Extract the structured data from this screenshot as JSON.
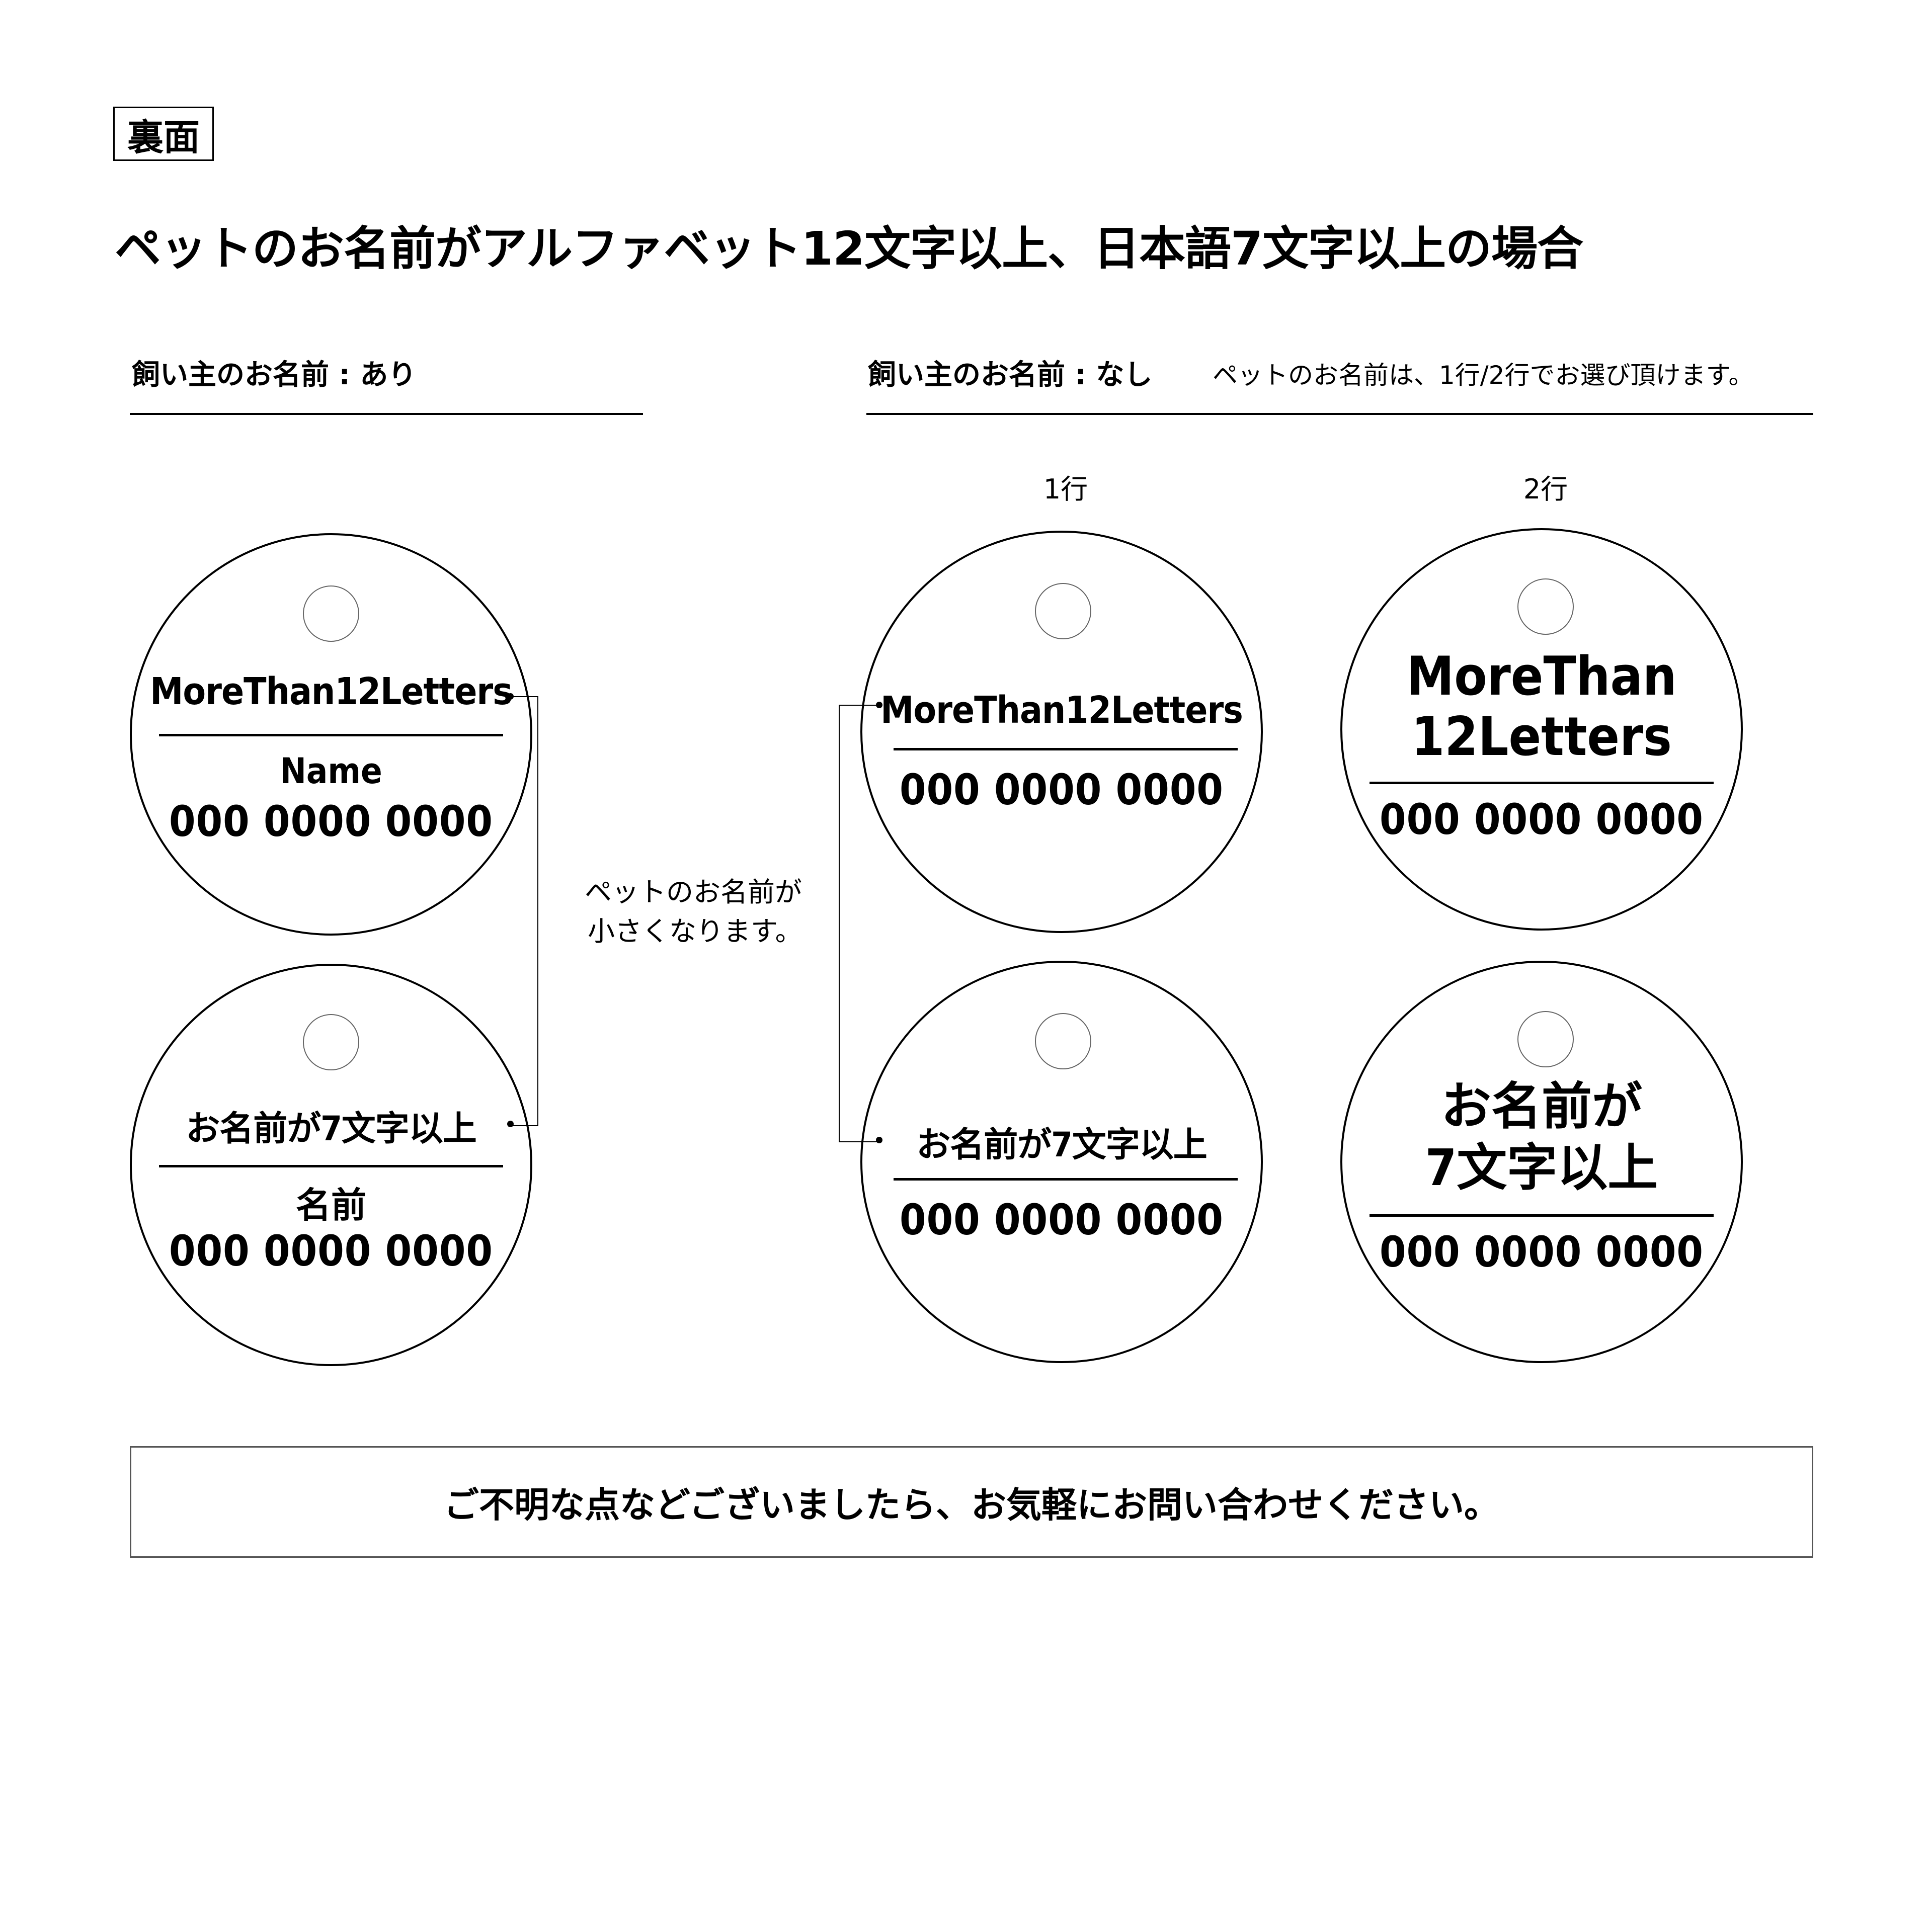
{
  "header": {
    "side_badge": "裏面",
    "title": "ペットのお名前がアルファベット12文字以上、日本語7文字以上の場合"
  },
  "sections": {
    "owner_yes": {
      "label": "飼い主のお名前 : あり"
    },
    "owner_no": {
      "label": "飼い主のお名前 : なし",
      "note": "ペットのお名前は、1行/2行でお選び頂けます。",
      "columns": [
        "1行",
        "2行"
      ]
    }
  },
  "annotation": {
    "line1": "ペットのお名前が",
    "line2": "小さくなります。"
  },
  "tags": [
    {
      "id": "owner-yes-alpha",
      "pet_name": "MoreThan12Letters",
      "owner_name": "Name",
      "phone": "000 0000 0000"
    },
    {
      "id": "owner-yes-ja",
      "pet_name": "お名前が7文字以上",
      "owner_name": "名前",
      "phone": "000 0000 0000"
    },
    {
      "id": "owner-no-1line-alpha",
      "pet_name": "MoreThan12Letters",
      "phone": "000 0000 0000"
    },
    {
      "id": "owner-no-1line-ja",
      "pet_name": "お名前が7文字以上",
      "phone": "000 0000 0000"
    },
    {
      "id": "owner-no-2line-alpha",
      "pet_name_line1": "MoreThan",
      "pet_name_line2": "12Letters",
      "phone": "000 0000 0000"
    },
    {
      "id": "owner-no-2line-ja",
      "pet_name_line1": "お名前が",
      "pet_name_line2": "7文字以上",
      "phone": "000 0000 0000"
    }
  ],
  "footer": {
    "message": "ご不明な点などございましたら、お気軽にお問い合わせください。"
  },
  "colors": {
    "ink": "#000000",
    "background": "#ffffff",
    "hole_stroke": "#666666"
  }
}
